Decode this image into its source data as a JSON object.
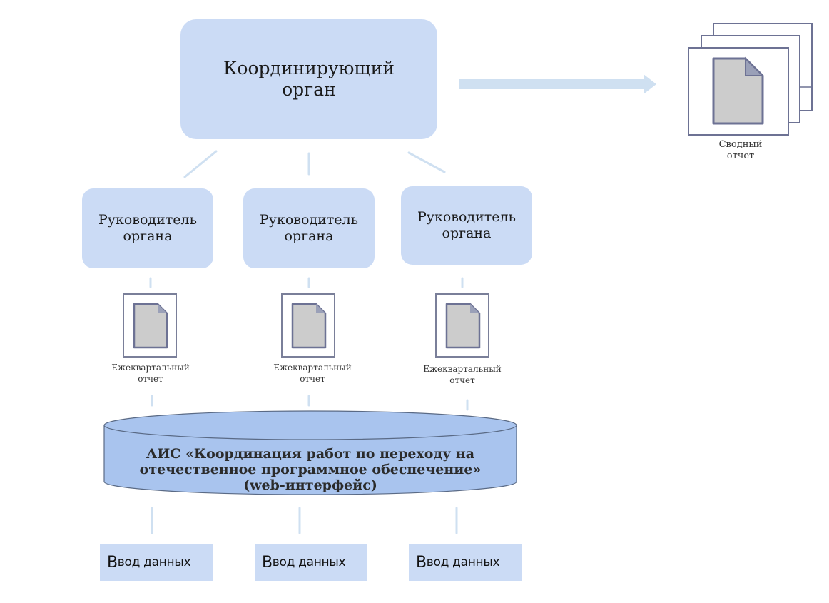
{
  "diagram": {
    "coordinating_body": {
      "line1": "Координирующий",
      "line2": "орган"
    },
    "summary_report": {
      "line1": "Сводный",
      "line2": "отчет",
      "icon": "stacked-documents-icon"
    },
    "heads": [
      {
        "line1": "Руководитель",
        "line2": "органа"
      },
      {
        "line1": "Руководитель",
        "line2": "органа"
      },
      {
        "line1": "Руководитель",
        "line2": "органа"
      }
    ],
    "quarterly_reports": [
      {
        "line1": "Ежеквартальный",
        "line2": "отчет",
        "icon": "document-icon"
      },
      {
        "line1": "Ежеквартальный",
        "line2": "отчет",
        "icon": "document-icon"
      },
      {
        "line1": "Ежеквартальный",
        "line2": "отчет",
        "icon": "document-icon"
      }
    ],
    "system": {
      "line1": "АИС «Координация работ по переходу на",
      "line2": "отечественное программное обеспечение»",
      "line3": "(web-интерфейс)",
      "icon": "database-cylinder-icon"
    },
    "data_inputs": [
      {
        "first_letter": "В",
        "rest": "вод данных"
      },
      {
        "first_letter": "В",
        "rest": "вод данных"
      },
      {
        "first_letter": "В",
        "rest": "вод данных"
      }
    ],
    "colors": {
      "box_fill": "#cbdbf5",
      "connector": "#cfe0f1",
      "cylinder_fill": "#a9c4ee",
      "document_fill": "#cccccc",
      "document_stroke": "#7a7f99"
    }
  }
}
